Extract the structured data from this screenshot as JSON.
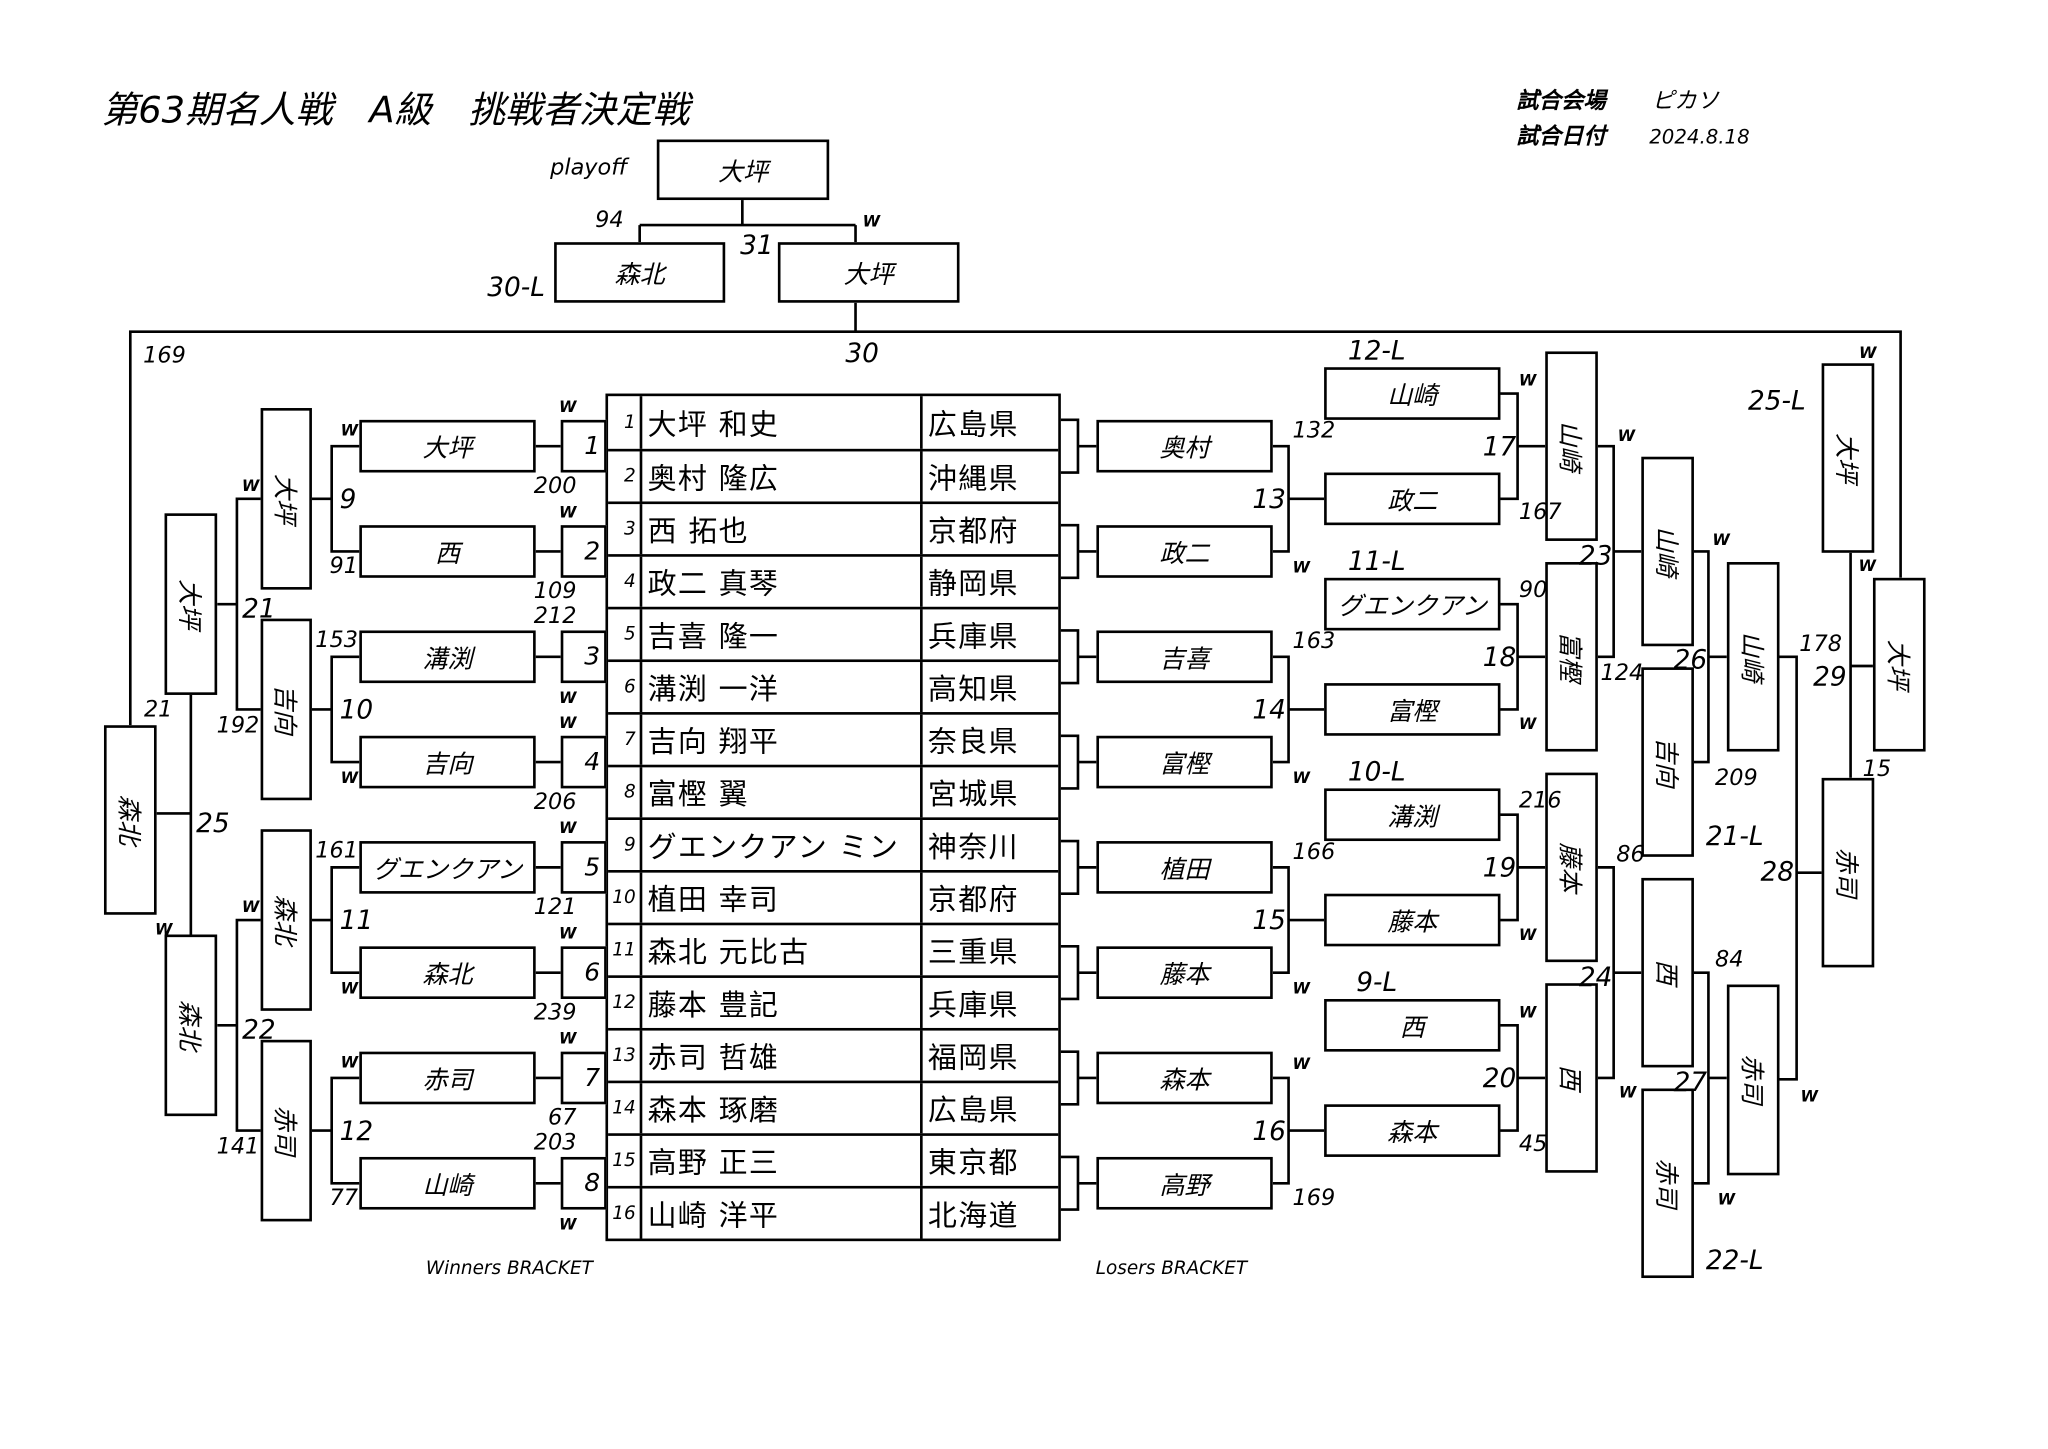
{
  "header": {
    "title": "第63期名人戦　A級　挑戦者決定戦",
    "venue_label": "試合会場",
    "venue": "ピカソ",
    "date_label": "試合日付",
    "date": "2024.8.18"
  },
  "playoff": {
    "label": "playoff",
    "champion": "大坪",
    "left_player": "森北",
    "right_player": "大坪",
    "left_score": "94",
    "right_mark": "W",
    "match": "31",
    "left_tag": "30-L",
    "frame_left_score": "169",
    "frame_match": "30",
    "frame_right_mark": "W"
  },
  "players": [
    {
      "seed": "1",
      "name": "大坪 和史",
      "pref": "広島県"
    },
    {
      "seed": "2",
      "name": "奥村 隆広",
      "pref": "沖縄県"
    },
    {
      "seed": "3",
      "name": "西 拓也",
      "pref": "京都府"
    },
    {
      "seed": "4",
      "name": "政二 真琴",
      "pref": "静岡県"
    },
    {
      "seed": "5",
      "name": "吉喜 隆一",
      "pref": "兵庫県"
    },
    {
      "seed": "6",
      "name": "溝渕 一洋",
      "pref": "高知県"
    },
    {
      "seed": "7",
      "name": "吉向 翔平",
      "pref": "奈良県"
    },
    {
      "seed": "8",
      "name": "富樫 翼",
      "pref": "宮城県"
    },
    {
      "seed": "9",
      "name": "グエンクアン ミン",
      "pref": "神奈川"
    },
    {
      "seed": "10",
      "name": "植田 幸司",
      "pref": "京都府"
    },
    {
      "seed": "11",
      "name": "森北 元比古",
      "pref": "三重県"
    },
    {
      "seed": "12",
      "name": "藤本 豊記",
      "pref": "兵庫県"
    },
    {
      "seed": "13",
      "name": "赤司 哲雄",
      "pref": "福岡県"
    },
    {
      "seed": "14",
      "name": "森本 琢磨",
      "pref": "広島県"
    },
    {
      "seed": "15",
      "name": "高野 正三",
      "pref": "東京都"
    },
    {
      "seed": "16",
      "name": "山崎 洋平",
      "pref": "北海道"
    }
  ],
  "winners": {
    "label": "Winners BRACKET",
    "r1": [
      {
        "match": "1",
        "winner": "大坪",
        "top": "W",
        "bottom": "200"
      },
      {
        "match": "2",
        "winner": "西",
        "top": "W",
        "bottom": "109"
      },
      {
        "match": "3",
        "winner": "溝渕",
        "top": "212",
        "bottom": "W"
      },
      {
        "match": "4",
        "winner": "吉向",
        "top": "W",
        "bottom": "206"
      },
      {
        "match": "5",
        "winner": "グエンクアン",
        "top": "W",
        "bottom": "121"
      },
      {
        "match": "6",
        "winner": "森北",
        "top": "W",
        "bottom": "239"
      },
      {
        "match": "7",
        "winner": "赤司",
        "top": "W",
        "bottom": "67"
      },
      {
        "match": "8",
        "winner": "山崎",
        "top": "203",
        "bottom": "W"
      }
    ],
    "r2": [
      {
        "match": "9",
        "winner": "大坪",
        "top": "W",
        "bottom": "91"
      },
      {
        "match": "10",
        "winner": "吉向",
        "top": "153",
        "bottom": "W"
      },
      {
        "match": "11",
        "winner": "森北",
        "top": "161",
        "bottom": "W"
      },
      {
        "match": "12",
        "winner": "赤司",
        "top": "W",
        "bottom": "77"
      }
    ],
    "r3": [
      {
        "match": "21",
        "winner": "大坪",
        "top": "W",
        "bottom": "192"
      },
      {
        "match": "22",
        "winner": "森北",
        "top": "W",
        "bottom": "141"
      }
    ],
    "final": {
      "match": "25",
      "winner": "森北",
      "top": "21",
      "bottom": "W"
    }
  },
  "losers": {
    "label": "Losers BRACKET",
    "r1_entrants": [
      "奥村",
      "政二",
      "吉喜",
      "富樫",
      "植田",
      "藤本",
      "森本",
      "高野"
    ],
    "r1": [
      {
        "match": "13",
        "winner": "政二",
        "top": "132",
        "bottom": "W"
      },
      {
        "match": "14",
        "winner": "富樫",
        "top": "163",
        "bottom": "W"
      },
      {
        "match": "15",
        "winner": "藤本",
        "top": "166",
        "bottom": "W"
      },
      {
        "match": "16",
        "winner": "森本",
        "top": "W",
        "bottom": "169"
      }
    ],
    "r2": [
      {
        "match": "17",
        "drop_tag": "12-L",
        "drop_player": "山崎",
        "winner": "山崎",
        "top": "W",
        "bottom": "167"
      },
      {
        "match": "18",
        "drop_tag": "11-L",
        "drop_player": "グエンクアン",
        "winner": "富樫",
        "top": "90",
        "bottom": "W"
      },
      {
        "match": "19",
        "drop_tag": "10-L",
        "drop_player": "溝渕",
        "winner": "藤本",
        "top": "216",
        "bottom": "W"
      },
      {
        "match": "20",
        "drop_tag": "9-L",
        "drop_player": "西",
        "winner": "西",
        "top": "W",
        "bottom": "45"
      }
    ],
    "r3": [
      {
        "match": "23",
        "winner": "山崎",
        "top": "W",
        "bottom": "124"
      },
      {
        "match": "24",
        "winner": "西",
        "top": "86",
        "bottom": "W"
      }
    ],
    "r4": [
      {
        "match": "26",
        "drop_tag": "21-L",
        "drop_player": "吉向",
        "winner": "山崎",
        "top": "W",
        "bottom": "209"
      },
      {
        "match": "27",
        "drop_tag": "22-L",
        "drop_player": "赤司",
        "winner": "赤司",
        "top": "84",
        "bottom": "W"
      }
    ],
    "r5": {
      "match": "28",
      "winner": "赤司",
      "top": "178",
      "bottom": "W"
    },
    "r6": {
      "match": "29",
      "drop_tag": "25-L",
      "drop_player": "大坪",
      "winner": "大坪",
      "top": "W",
      "bottom": "15"
    }
  }
}
